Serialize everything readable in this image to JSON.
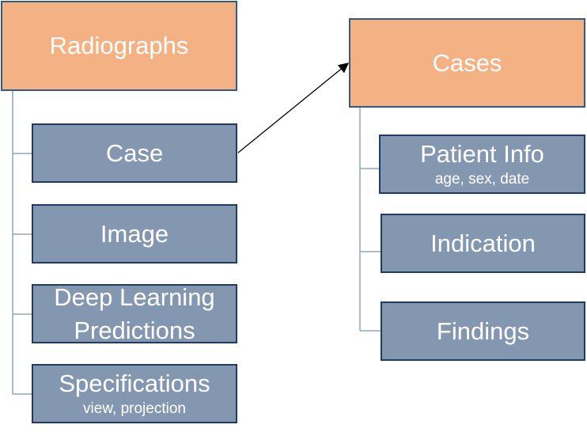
{
  "left": {
    "header": "Radiographs",
    "items": [
      {
        "label": "Case",
        "sub": ""
      },
      {
        "label": "Image",
        "sub": ""
      },
      {
        "label": "Deep Learning Predictions",
        "sub": ""
      },
      {
        "label": "Specifications",
        "sub": "view, projection"
      }
    ]
  },
  "right": {
    "header": "Cases",
    "items": [
      {
        "label": "Patient Info",
        "sub": "age, sex, date"
      },
      {
        "label": "Indication",
        "sub": ""
      },
      {
        "label": "Findings",
        "sub": ""
      }
    ]
  },
  "colors": {
    "header_fill": "#f4b183",
    "item_fill": "#8497b0",
    "border": "#1f3b62",
    "connector": "#8fa6bf"
  }
}
